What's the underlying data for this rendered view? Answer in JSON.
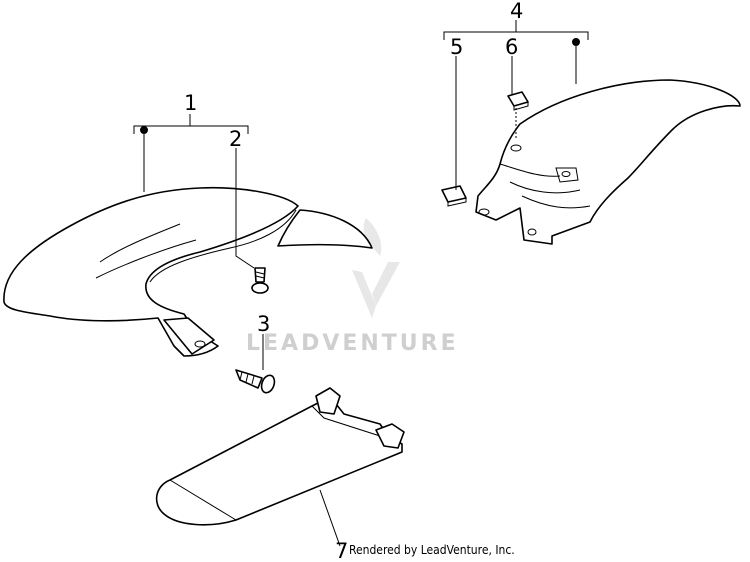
{
  "diagram": {
    "callouts": {
      "c1": "1",
      "c2": "2",
      "c3": "3",
      "c4": "4",
      "c5": "5",
      "c6": "6",
      "c7": "7"
    },
    "watermark": {
      "text": "LEADVENTURE"
    },
    "credit": "Rendered by LeadVenture, Inc."
  }
}
